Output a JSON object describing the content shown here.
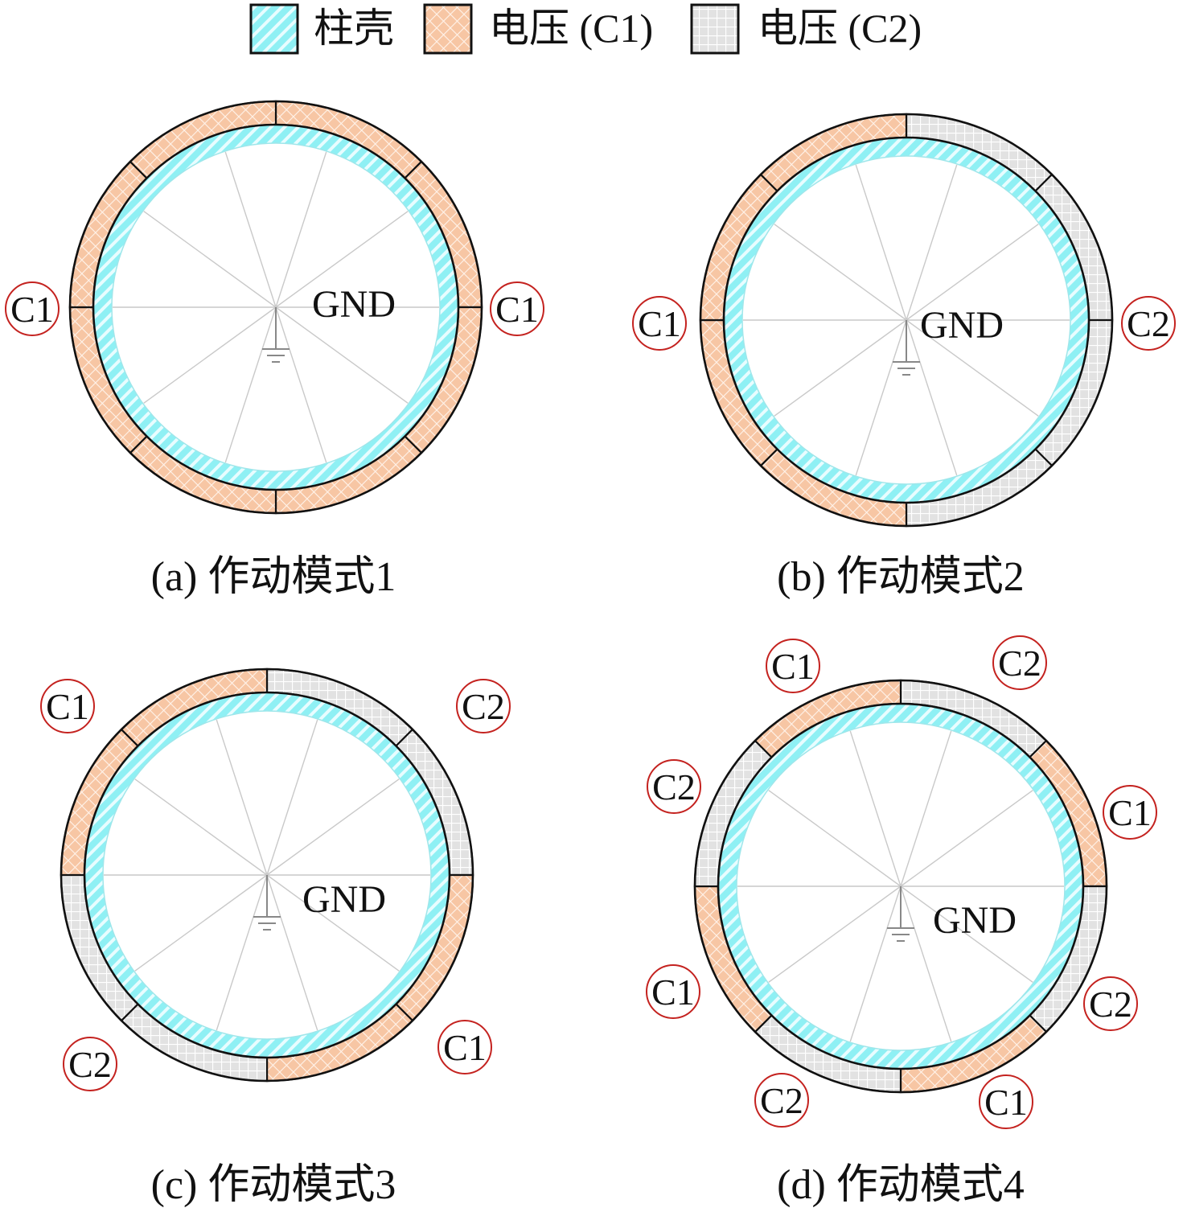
{
  "colors": {
    "shell": "#8ff0f4",
    "shell_stripe": "#e8fdff",
    "c1": "#f7c6a4",
    "c1_line": "#fff3ea",
    "c2": "#e2e2e2",
    "c2_line": "#ffffff",
    "outline": "#111111",
    "spoke": "#c9c9c9",
    "tag_ring": "#c4221f",
    "ground": "#888888"
  },
  "legend": {
    "items": [
      {
        "key": "shell",
        "label": "柱壳"
      },
      {
        "key": "c1",
        "label": "电压 (C1)"
      },
      {
        "key": "c2",
        "label": "电压 (C2)"
      }
    ]
  },
  "panels": [
    {
      "id": "a",
      "caption": "(a) 作动模式1",
      "gnd_label": "GND",
      "segments": [
        "C1",
        "C1",
        "C1",
        "C1",
        "C1",
        "C1",
        "C1",
        "C1"
      ],
      "tags": [
        {
          "label": "C1"
        },
        {
          "label": "C1"
        }
      ]
    },
    {
      "id": "b",
      "caption": "(b) 作动模式2",
      "gnd_label": "GND",
      "segments": [
        "C2",
        "C2",
        "C2",
        "C2",
        "C1",
        "C1",
        "C1",
        "C1"
      ],
      "tags": [
        {
          "label": "C1"
        },
        {
          "label": "C2"
        }
      ]
    },
    {
      "id": "c",
      "caption": "(c) 作动模式3",
      "gnd_label": "GND",
      "segments": [
        "C2",
        "C2",
        "C1",
        "C1",
        "C2",
        "C2",
        "C1",
        "C1"
      ],
      "tags": [
        {
          "label": "C1"
        },
        {
          "label": "C2"
        },
        {
          "label": "C2"
        },
        {
          "label": "C1"
        }
      ]
    },
    {
      "id": "d",
      "caption": "(d) 作动模式4",
      "gnd_label": "GND",
      "segments": [
        "C2",
        "C1",
        "C2",
        "C1",
        "C2",
        "C1",
        "C2",
        "C1"
      ],
      "tags": [
        {
          "label": "C1"
        },
        {
          "label": "C2"
        },
        {
          "label": "C2"
        },
        {
          "label": "C1"
        },
        {
          "label": "C1"
        },
        {
          "label": "C2"
        },
        {
          "label": "C2"
        },
        {
          "label": "C1"
        }
      ]
    }
  ]
}
